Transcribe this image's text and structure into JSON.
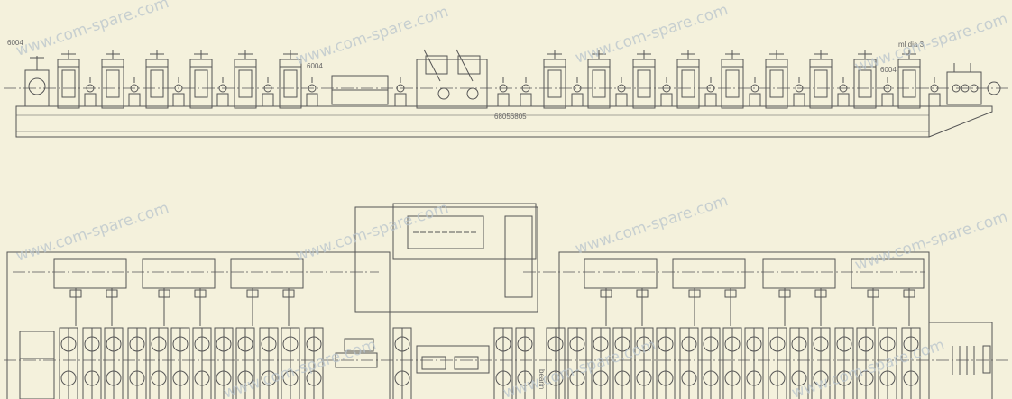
{
  "labels": {
    "top_left_code": "6004",
    "mid_code": "6004",
    "right_code": "6004",
    "top_right_note": "ml dia 3",
    "bottom_code": "68056805",
    "bearing_label": "bearin"
  },
  "watermark": {
    "text": "www.com-spare.com",
    "color": "#b8c4cc"
  },
  "colors": {
    "paper": "#f4f1dc",
    "ink": "#555555"
  }
}
